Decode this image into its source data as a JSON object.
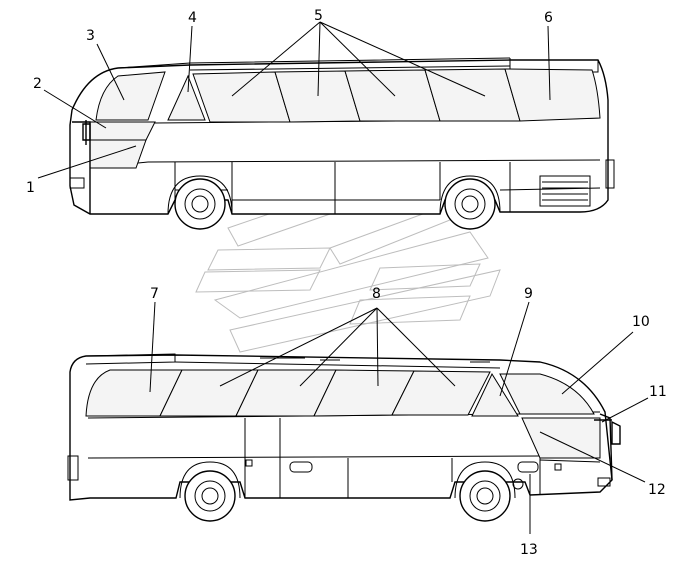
{
  "figure": {
    "callouts": [
      {
        "id": "1",
        "text": "1"
      },
      {
        "id": "2",
        "text": "2"
      },
      {
        "id": "3",
        "text": "3"
      },
      {
        "id": "4",
        "text": "4"
      },
      {
        "id": "5",
        "text": "5"
      },
      {
        "id": "6",
        "text": "6"
      },
      {
        "id": "7",
        "text": "7"
      },
      {
        "id": "8",
        "text": "8"
      },
      {
        "id": "9",
        "text": "9"
      },
      {
        "id": "10",
        "text": "10"
      },
      {
        "id": "11",
        "text": "11"
      },
      {
        "id": "12",
        "text": "12"
      },
      {
        "id": "13",
        "text": "13"
      }
    ],
    "views": [
      {
        "name": "bus-side-view-upper"
      },
      {
        "name": "bus-side-view-lower"
      }
    ],
    "colors": {
      "line": "#000000",
      "background": "#ffffff",
      "watermark": "#bdbdbd"
    }
  }
}
